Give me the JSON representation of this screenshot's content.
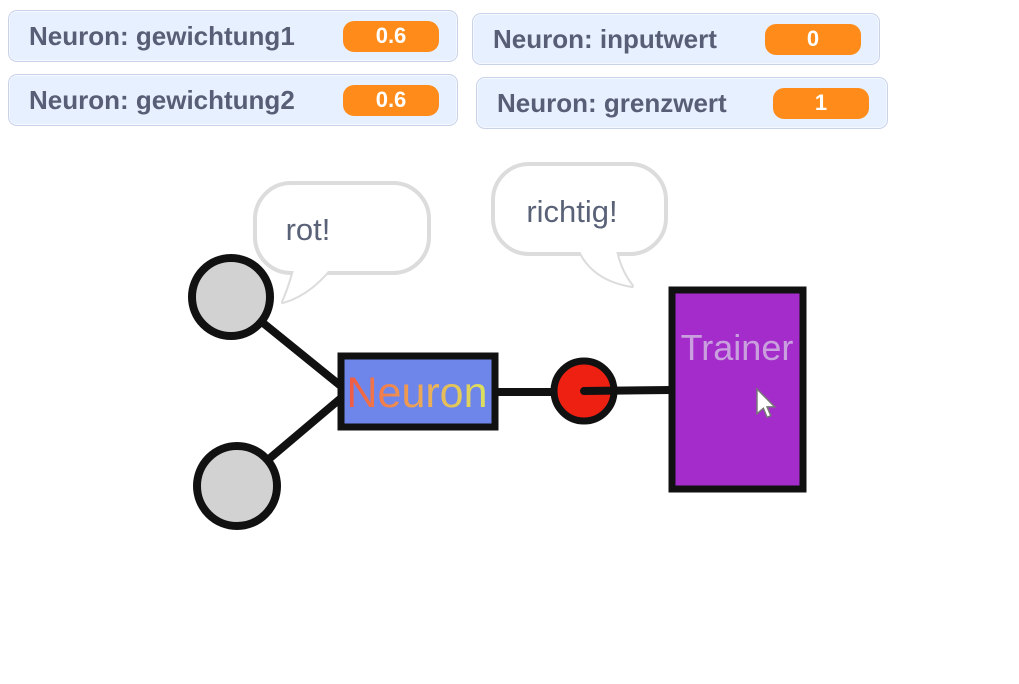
{
  "app": {
    "name": "scratch-stage-perceptron",
    "description": "Stage view of a Scratch perceptron simulation"
  },
  "monitors": [
    {
      "label": "Neuron: gewichtung1",
      "value": "0.6"
    },
    {
      "label": "Neuron: gewichtung2",
      "value": "0.6"
    },
    {
      "label": "Neuron: inputwert",
      "value": "0"
    },
    {
      "label": "Neuron: grenzwert",
      "value": "1"
    }
  ],
  "sprites": {
    "neuron_label": "Neuron",
    "trainer_label": "Trainer"
  },
  "speech_bubbles": {
    "left": "rot!",
    "right": "richtig!"
  },
  "colors": {
    "monitor_bg": "#e6f0ff",
    "monitor_border": "#c9d3e8",
    "monitor_text": "#575e75",
    "value_pill": "#ff8c1a",
    "value_text": "#ffffff",
    "input_node": "#d2d2d2",
    "red_node": "#ee2012",
    "neuron_fill": "#6e86ea",
    "neuron_text_gradient": [
      "#f25742",
      "#eda455",
      "#d9e35f"
    ],
    "trainer_fill": "#a32ccb",
    "trainer_text": "#c9a0dd",
    "outline": "#111111",
    "bubble_border": "#dcdcdc",
    "bubble_text": "#5a6278"
  }
}
